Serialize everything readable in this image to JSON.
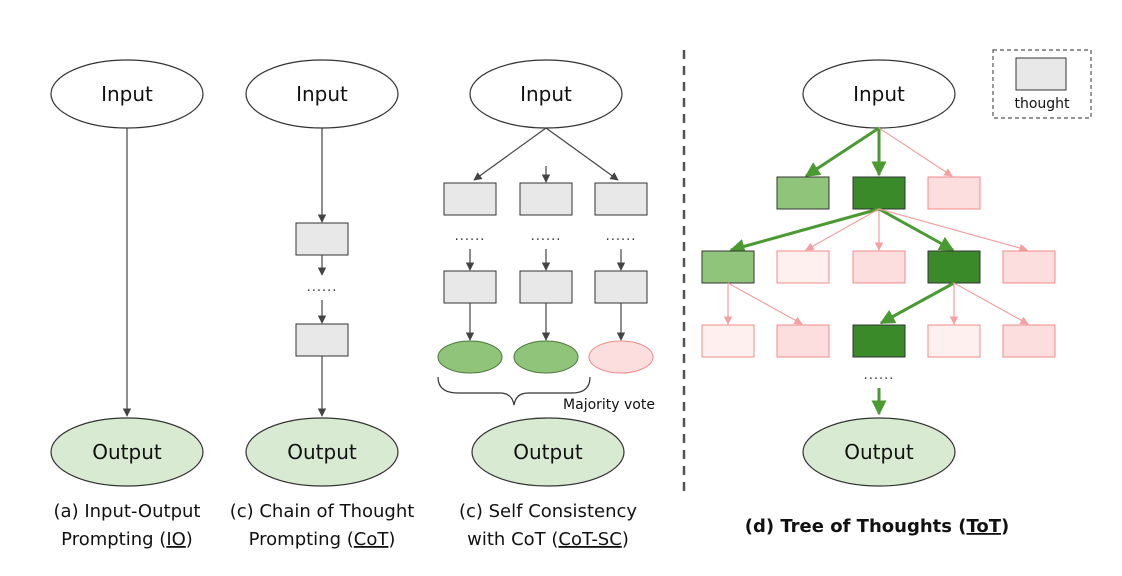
{
  "nodes": {
    "input": "Input",
    "output": "Output",
    "dots": "......",
    "majority_vote": "Majority vote",
    "legend_thought": "thought"
  },
  "captions": {
    "io_line1": "(a) Input-Output",
    "io_line2_pre": "Prompting (",
    "io_abbr": "IO",
    "io_line2_post": ")",
    "cot_line1": "(c) Chain of Thought",
    "cot_line2_pre": "Prompting (",
    "cot_abbr": "CoT",
    "cot_line2_post": ")",
    "cotsc_line1": "(c) Self Consistency",
    "cotsc_line2_pre": "with CoT (",
    "cotsc_abbr": "CoT-SC",
    "cotsc_line2_post": ")",
    "tot_pre": "(d) Tree of Thoughts (",
    "tot_abbr": "ToT",
    "tot_post": ")"
  },
  "colors": {
    "ellipse_input": "#ffffff",
    "ellipse_output": "#d9ead3",
    "thought_gray": "#e8e8e8",
    "green_light": "#8fc47a",
    "green_dark": "#3a8a2a",
    "red_light": "#fcdede",
    "red_faint": "#fff0f0",
    "red_stroke": "#f08a8a",
    "green_arrow": "#4a9a32",
    "red_arrow": "#f4a0a0"
  }
}
